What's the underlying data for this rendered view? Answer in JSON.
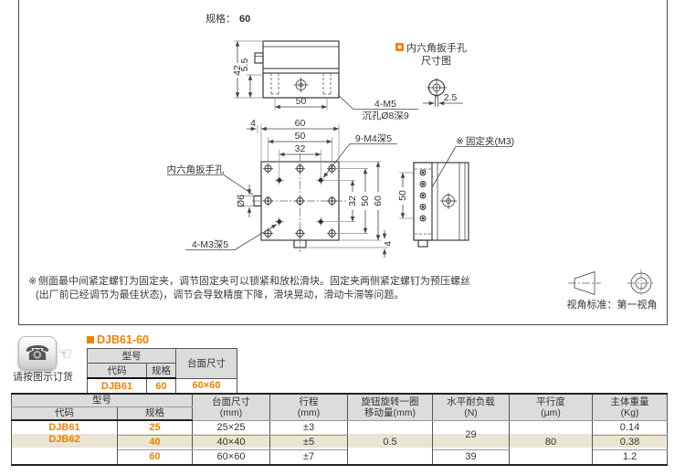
{
  "colors": {
    "accent": "#ef8200",
    "table_header_bg": "#dcdcdc",
    "highlight_row_bg": "#e9e5d2"
  },
  "spec_header": {
    "label": "规格：",
    "value": "60"
  },
  "front_view": {
    "dim_height": "42",
    "dim_base": "5.5",
    "dim_width": "50",
    "callout_line1": "4-M5",
    "callout_line2": "沉孔Ø8深9"
  },
  "hex_diagram": {
    "title_line1": "内六角扳手孔",
    "title_line2": "尺寸图",
    "dim_width": "2.5"
  },
  "plan_view": {
    "dim_top_4": "4",
    "dim_top_60": "60",
    "dim_top_50": "50",
    "dim_top_32": "32",
    "dim_right_32": "32",
    "dim_right_50": "50",
    "dim_right_60": "60",
    "dim_bottom_4": "4",
    "label_hex_hole": "内六角扳手孔",
    "label_dia": "Ø6",
    "label_m3": "4-M3深5",
    "label_m4": "9-M4深5"
  },
  "side_view": {
    "marker": "※",
    "label_clamp": "固定夹(M3)",
    "dim_50": "50"
  },
  "notes": {
    "marker": "※",
    "line1": "侧面最中间紧定螺钉为固定夹，调节固定夹可以锁紧和放松滑块。固定夹两侧紧定螺钉为预压螺丝",
    "line2": "(出厂前已经调节为最佳状态)，调节会导致精度下降，滑块晃动，滑动卡滞等问题。"
  },
  "view_standard": {
    "label": "视角标准：第一视角"
  },
  "order": {
    "phone_caption": "请按图示订货",
    "title": "DJB61-60",
    "table": {
      "h_model": "型号",
      "h_code": "代码",
      "h_spec": "规格",
      "h_size": "台面尺寸",
      "code": "DJB61",
      "spec": "60",
      "size": "60×60"
    }
  },
  "spec_table": {
    "h_model": "型号",
    "h_code": "代码",
    "h_spec": "规格",
    "h_size_1": "台面尺寸",
    "h_size_2": "(mm)",
    "h_stroke_1": "行程",
    "h_stroke_2": "(mm)",
    "h_knob_1": "旋钮旋转一圈",
    "h_knob_2": "移动量(mm)",
    "h_load_1": "水平耐负载",
    "h_load_2": "(N)",
    "h_parallel_1": "平行度",
    "h_parallel_2": "(μm)",
    "h_weight_1": "主体重量",
    "h_weight_2": "(Kg)",
    "code_line1": "DJB61",
    "code_line2": "DJB62",
    "rows": [
      {
        "spec": "25",
        "size": "25×25",
        "stroke": "±3",
        "weight": "0.14"
      },
      {
        "spec": "40",
        "size": "40×40",
        "stroke": "±5",
        "weight": "0.38"
      },
      {
        "spec": "60",
        "size": "60×60",
        "stroke": "±7",
        "weight": "1.2"
      }
    ],
    "knob_value": "0.5",
    "load_rows12": "29",
    "load_row3": "39",
    "parallel_value": "80"
  }
}
